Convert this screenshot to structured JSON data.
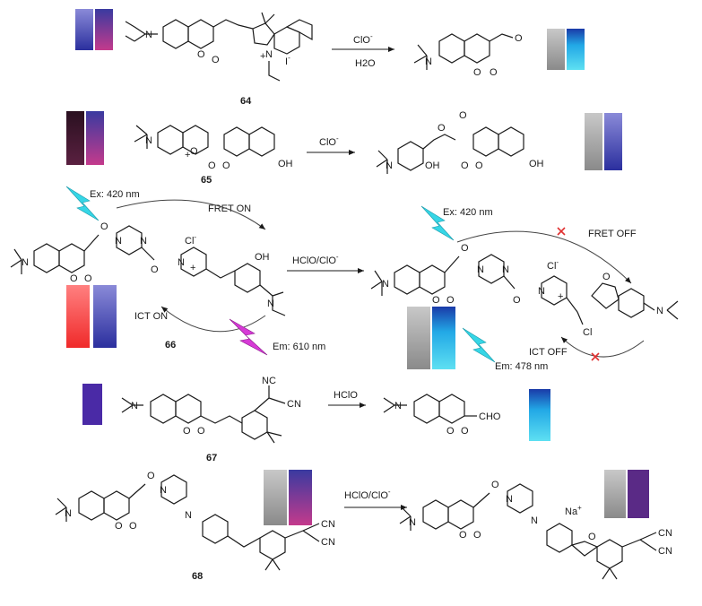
{
  "scheme_1": {
    "compound": "64",
    "reagent_top": "ClO",
    "reagent_top_sup": "-",
    "reagent_bottom": "H2O",
    "counterion": "I",
    "counterion_sup": "-",
    "charge": "+"
  },
  "scheme_2": {
    "compound": "65",
    "reagent": "ClO",
    "reagent_sup": "-",
    "substituent": "OH",
    "charge": "+"
  },
  "scheme_3": {
    "compound": "66",
    "reagent": "HClO/ClO",
    "reagent_sup": "-",
    "ex_left": "Ex: 420 nm",
    "fret_on": "FRET ON",
    "ict_on": "ICT ON",
    "em_left": "Em: 610 nm",
    "ex_right": "Ex: 420 nm",
    "fret_off": "FRET OFF",
    "ict_off": "ICT OFF",
    "em_right": "Em: 478 nm",
    "counterion": "Cl",
    "counterion_sup": "-",
    "oh": "OH",
    "cl_atom": "Cl",
    "charge": "+"
  },
  "scheme_4": {
    "compound": "67",
    "reagent": "HClO",
    "cn1": "NC",
    "cn2": "CN",
    "product_group": "CHO"
  },
  "scheme_5": {
    "compound": "68",
    "reagent": "HClO/ClO",
    "reagent_sup": "-",
    "cn1": "CN",
    "cn2": "CN",
    "cation": "Na",
    "cation_sup": "+"
  },
  "colors": {
    "vial_blue": "#3a3fb0",
    "vial_pink": "#c43a8c",
    "vial_cyan": "#28c4e6",
    "vial_red": "#f03030",
    "vial_violet": "#5a2ab0",
    "lightning_cyan": "#36d6e6",
    "lightning_magenta": "#d63ad6",
    "cross_red": "#e03030"
  },
  "icons": [
    "lightning-bolt-icon",
    "red-cross-icon"
  ]
}
